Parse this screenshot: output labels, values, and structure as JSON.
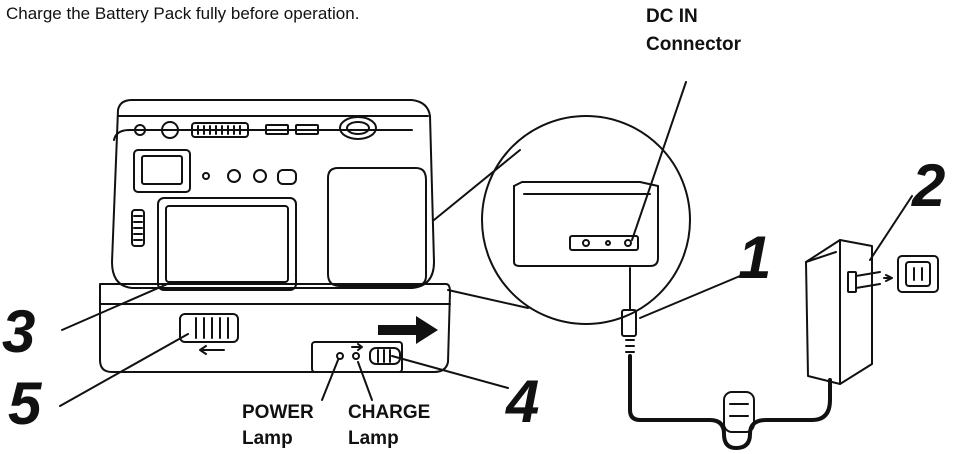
{
  "caption": "Charge the Battery Pack fully before operation.",
  "labels": {
    "dc_in_line1": "DC IN",
    "dc_in_line2": "Connector",
    "power_lamp_line1": "POWER",
    "power_lamp_line2": "Lamp",
    "charge_lamp_line1": "CHARGE",
    "charge_lamp_line2": "Lamp"
  },
  "steps": {
    "one": "1",
    "two": "2",
    "three": "3",
    "four": "4",
    "five": "5"
  }
}
